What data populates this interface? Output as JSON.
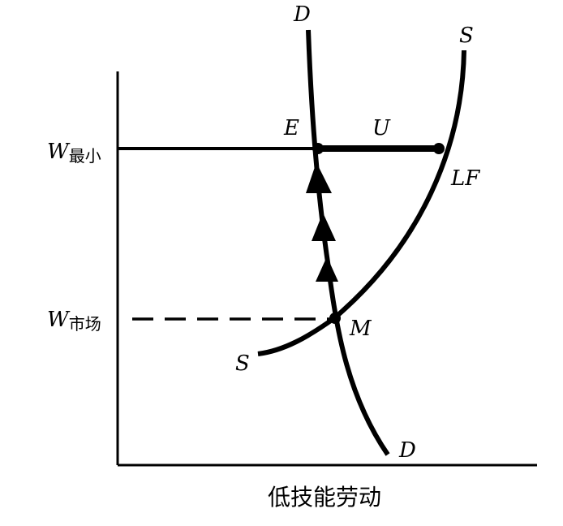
{
  "diagram": {
    "y_labels": {
      "w_min_symbol": "W",
      "w_min_subscript": "最小",
      "w_market_symbol": "W",
      "w_market_subscript": "市场"
    },
    "x_axis_label": "低技能劳动",
    "curve_labels": {
      "demand_top": "D",
      "demand_bottom": "D",
      "supply_top": "S",
      "supply_bottom": "S"
    },
    "point_labels": {
      "E": "E",
      "U": "U",
      "LF": "LF",
      "M": "M"
    }
  }
}
